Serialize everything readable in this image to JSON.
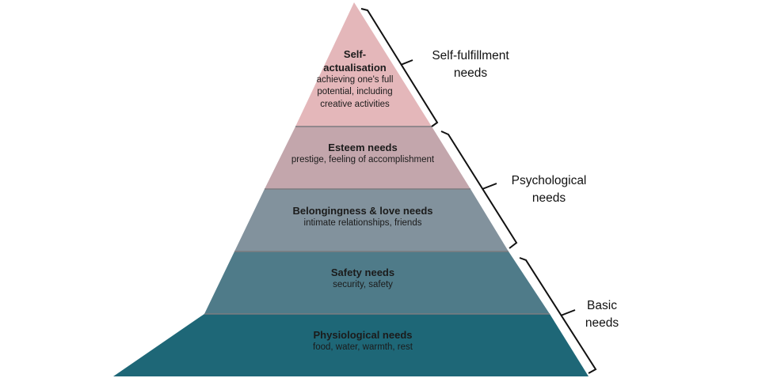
{
  "pyramid": {
    "levels": [
      {
        "title_line1": "Self-",
        "title_line2": "actualisation",
        "desc_line1": "achieving one's full",
        "desc_line2": "potential, including",
        "desc_line3": "creative activities",
        "color": "#e4b7ba"
      },
      {
        "title": "Esteem needs",
        "desc": "prestige, feeling of accomplishment",
        "color": "#c3a6ac"
      },
      {
        "title": "Belongingness & love needs",
        "desc": "intimate relationships, friends",
        "color": "#82929d"
      },
      {
        "title": "Safety needs",
        "desc": "security, safety",
        "color": "#4f7b89"
      },
      {
        "title": "Physiological needs",
        "desc": "food, water, warmth, rest",
        "color": "#1e6777"
      }
    ],
    "divider_color": "#7c7c80"
  },
  "groups": [
    {
      "line1": "Self-fulfillment",
      "line2": "needs"
    },
    {
      "line1": "Psychological",
      "line2": "needs"
    },
    {
      "line1": "Basic",
      "line2": "needs"
    }
  ]
}
